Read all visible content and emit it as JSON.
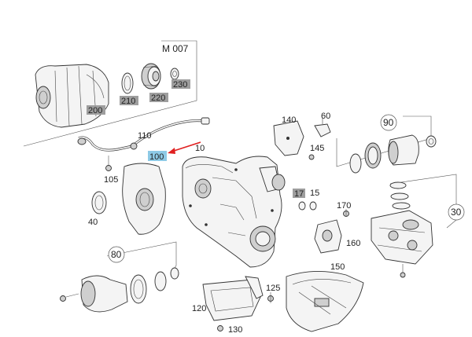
{
  "group_label": "M 007",
  "labels": {
    "l200": "200",
    "l210": "210",
    "l220": "220",
    "l230": "230",
    "l110": "110",
    "l100": "100",
    "l10": "10",
    "l140": "140",
    "l60": "60",
    "l90": "90",
    "l145": "145",
    "l105": "105",
    "l17": "17",
    "l15": "15",
    "l40": "40",
    "l170": "170",
    "l30": "30",
    "l160": "160",
    "l80": "80",
    "l150": "150",
    "l125": "125",
    "l120": "120",
    "l130": "130"
  },
  "colors": {
    "grey_tag": "#9e9e9e",
    "highlight_tag": "#8ecae6",
    "arrow": "#e02020"
  }
}
